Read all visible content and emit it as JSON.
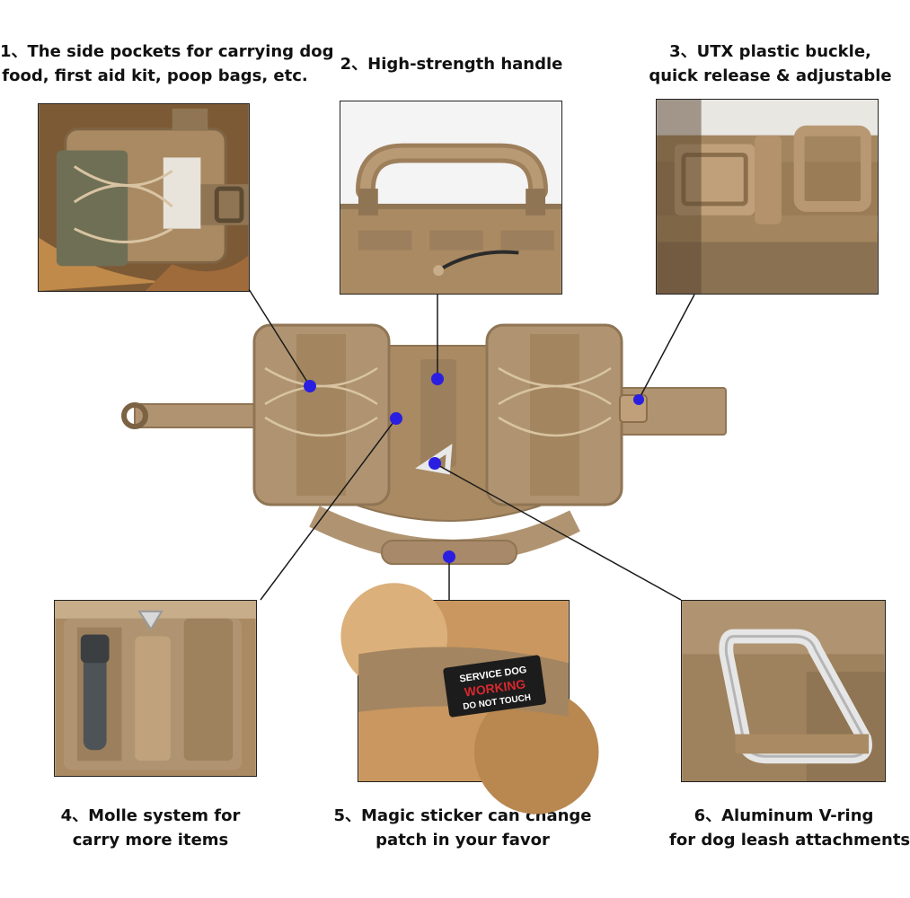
{
  "features": [
    {
      "number": "1、",
      "lines": [
        "The side pockets for carrying dog",
        "food, first aid kit, poop bags, etc."
      ]
    },
    {
      "number": "2、",
      "lines": [
        "High-strength handle"
      ]
    },
    {
      "number": "3、",
      "lines": [
        "UTX plastic buckle,",
        "quick release & adjustable"
      ]
    },
    {
      "number": "4、",
      "lines": [
        "Molle system for",
        "carry more items"
      ]
    },
    {
      "number": "5、",
      "lines": [
        "Magic sticker can change",
        "patch in your favor"
      ]
    },
    {
      "number": "6、",
      "lines": [
        "Aluminum V-ring",
        "for dog leash attachments"
      ]
    }
  ],
  "patch": {
    "line1": "SERVICE DOG",
    "line2": "WORKING",
    "line3": "DO NOT TOUCH"
  },
  "colors": {
    "tan": "#b09472",
    "tan_dark": "#8f7554",
    "tan_light": "#c7ad8a",
    "marker": "#2a1fe0",
    "patch_red": "#d7282e",
    "patch_black": "#1c1c1c"
  },
  "icons": [
    "pocket-closeup",
    "handle-closeup",
    "buckle-closeup",
    "molle-closeup",
    "patch-closeup",
    "v-ring-closeup",
    "harness-main"
  ]
}
